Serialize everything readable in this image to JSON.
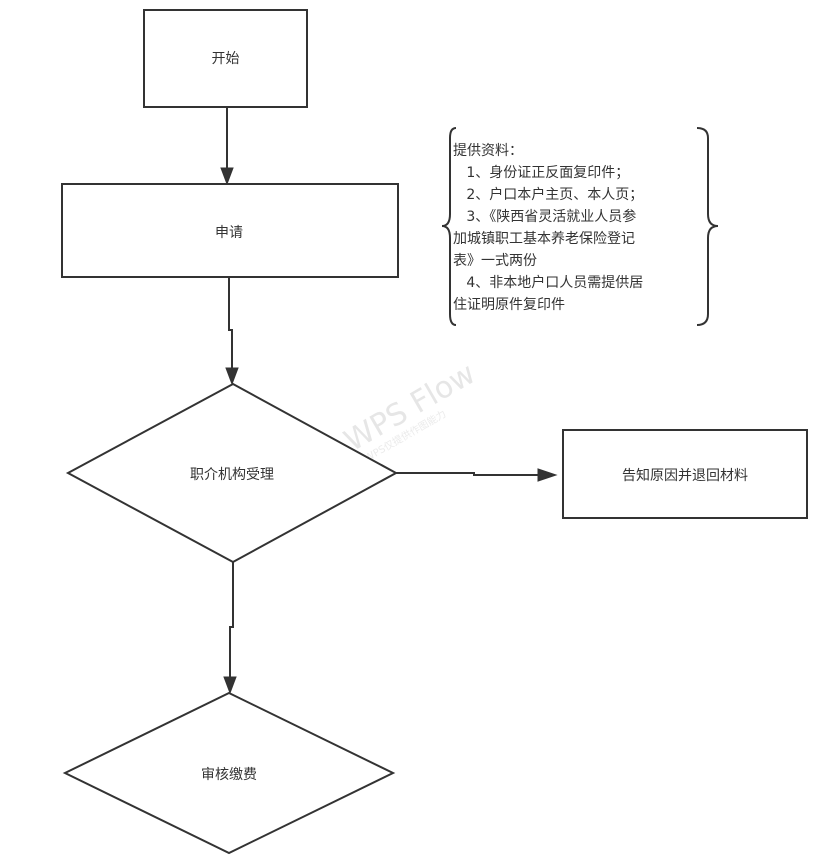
{
  "diagram": {
    "type": "flowchart",
    "nodes": [
      {
        "id": "start",
        "shape": "rectangle",
        "label": "开始"
      },
      {
        "id": "apply",
        "shape": "rectangle",
        "label": "申请"
      },
      {
        "id": "accept",
        "shape": "diamond",
        "label": "职介机构受理"
      },
      {
        "id": "reject",
        "shape": "rectangle",
        "label": "告知原因并退回材料"
      },
      {
        "id": "review",
        "shape": "diamond",
        "label": "审核缴费"
      }
    ],
    "edges": [
      {
        "from": "start",
        "to": "apply"
      },
      {
        "from": "apply",
        "to": "accept"
      },
      {
        "from": "accept",
        "to": "reject"
      },
      {
        "from": "accept",
        "to": "review"
      }
    ],
    "note": {
      "attached_to": "apply",
      "bracket": "curly-braces",
      "lines": [
        "提供资料：",
        "   1、身份证正反面复印件；",
        "   2、户口本户主页、本人页；",
        "   3、《陕西省灵活就业人员参",
        "加城镇职工基本养老保险登记",
        "表》一式两份",
        "   4、非本地户口人员需提供居",
        "住证明原件复印件"
      ]
    },
    "watermark": {
      "main": "WPS Flow",
      "sub": "WPS仅提供作图能力"
    },
    "colors": {
      "stroke": "#333333",
      "text": "#333333",
      "background": "#ffffff",
      "watermark": "#e6e6e6"
    }
  }
}
